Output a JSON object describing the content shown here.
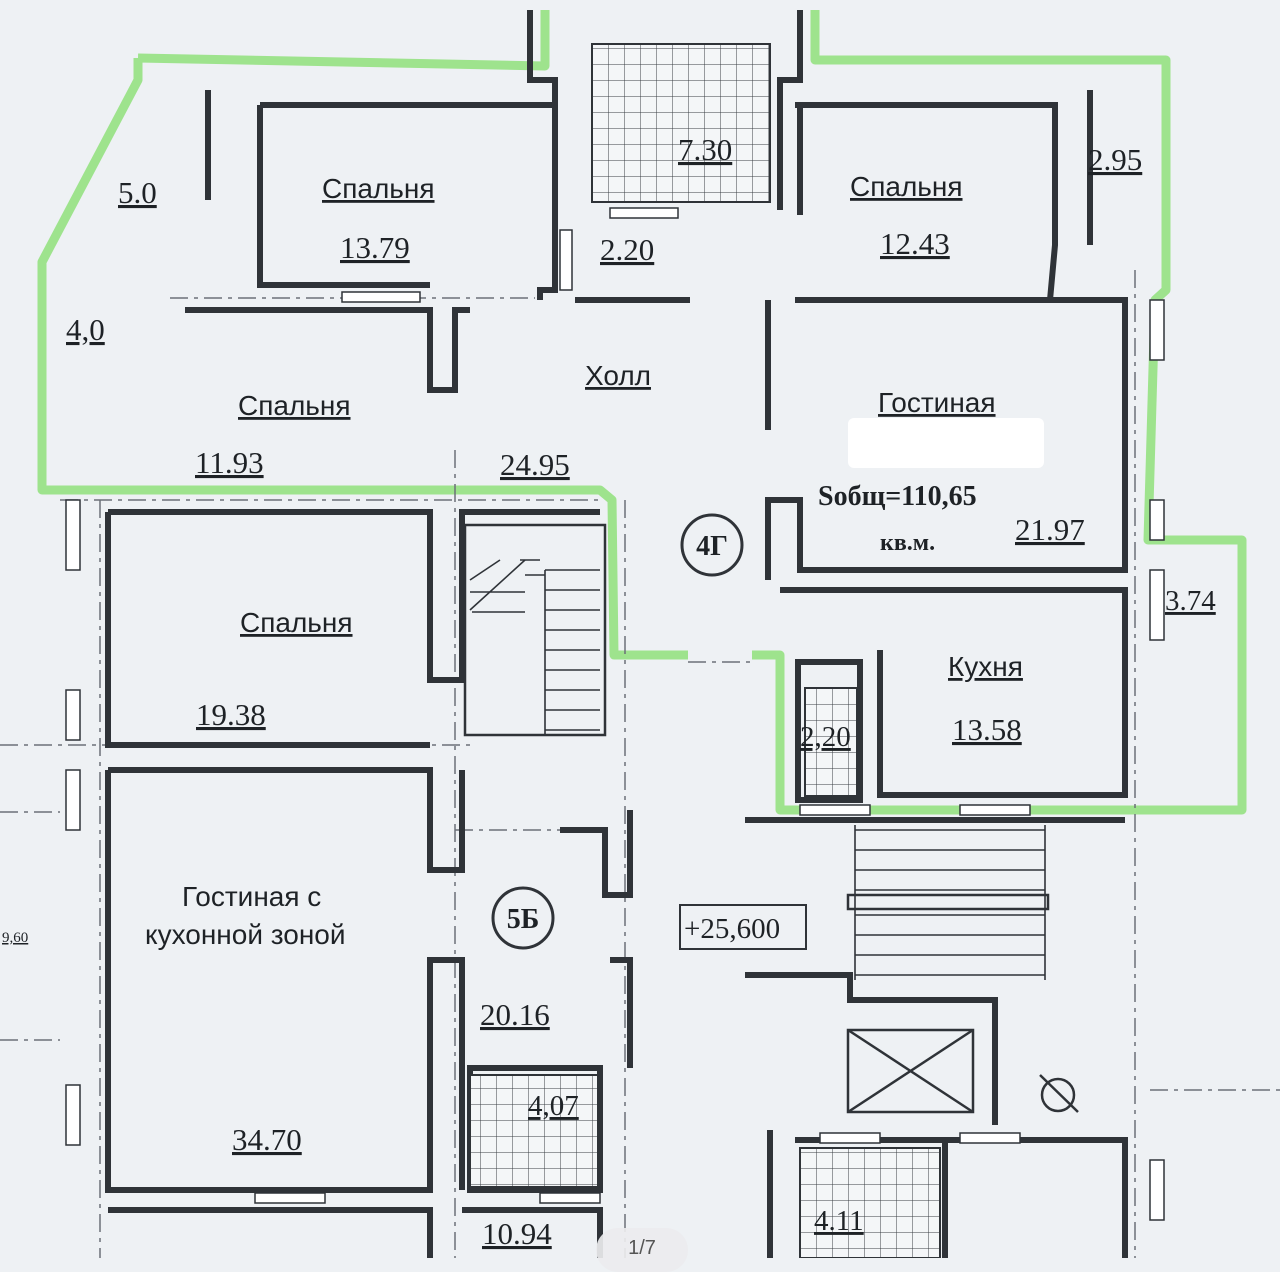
{
  "plan": {
    "rooms": [
      {
        "id": "bedroom-1",
        "name": "Спальня",
        "area": "13.79"
      },
      {
        "id": "storage-top-left",
        "area": "5.0"
      },
      {
        "id": "elevator-hall-top",
        "area": "7.30"
      },
      {
        "id": "bath-top",
        "area": "2.20"
      },
      {
        "id": "bedroom-2",
        "name": "Спальня",
        "area": "12.43"
      },
      {
        "id": "balcony-top-right",
        "area": "2.95"
      },
      {
        "id": "storage-left",
        "area": "4,0"
      },
      {
        "id": "bedroom-3",
        "name": "Спальня",
        "area": "11.93"
      },
      {
        "id": "hall",
        "name": "Холл",
        "area": "24.95"
      },
      {
        "id": "living",
        "name": "Гостиная",
        "area": "21.97"
      },
      {
        "id": "bedroom-4",
        "name": "Спальня",
        "area": "19.38"
      },
      {
        "id": "kitchen",
        "name": "Кухня",
        "area": "13.58"
      },
      {
        "id": "bath-kitchen",
        "area": "2,20"
      },
      {
        "id": "balcony-right",
        "area": "3.74"
      },
      {
        "id": "living-kitchen",
        "name_line1": "Гостиная с",
        "name_line2": "кухонной зоной",
        "area": "34.70"
      },
      {
        "id": "corridor-5b",
        "area": "20.16"
      },
      {
        "id": "bath-5b",
        "area": "4,07"
      },
      {
        "id": "bottom-mid",
        "area": "10.94"
      },
      {
        "id": "bottom-right",
        "area": "4.11"
      }
    ],
    "total_area": "Sобщ=110,65",
    "total_unit": "кв.м.",
    "apartment_4g": "4Г",
    "apartment_5b": "5Б",
    "elevation": "+25,600",
    "left_edge_mark": "9,60",
    "accent_color": "#8fe07a"
  },
  "pager": {
    "text": "1/7"
  }
}
